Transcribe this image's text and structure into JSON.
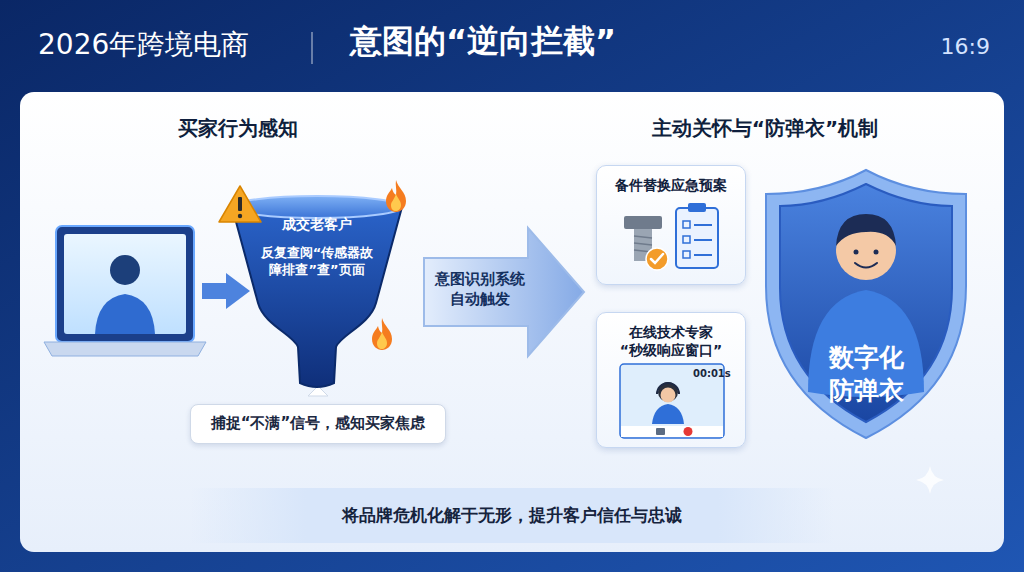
{
  "diagram": {
    "title": "意图的“逆向拦截”",
    "nodes": [
      {
        "text": [
          "成交老客户",
          "反复查阅“传感器故障排查”查”页面"
        ]
      },
      {
        "text": [
          "捕捉“不满”信号，感知买家焦虑"
        ]
      },
      {
        "text": [
          "意图识别系统 自动触发"
        ]
      },
      {
        "text": [
          "备件替换应急预案"
        ]
      },
      {
        "text": [
          "在线技术专家 “秒级响应窗口”"
        ]
      },
      {
        "text": [
          "数字化 防弹衣"
        ]
      },
      {
        "text": [
          "将品牌危机化解于无形，提升客户信任与忠诚"
        ]
      }
    ],
    "labels": [
      "2026年跨境电商",
      "16:9",
      "买家行为感知",
      "主动关怀与“防弹衣”机制",
      "00:01s"
    ]
  }
}
